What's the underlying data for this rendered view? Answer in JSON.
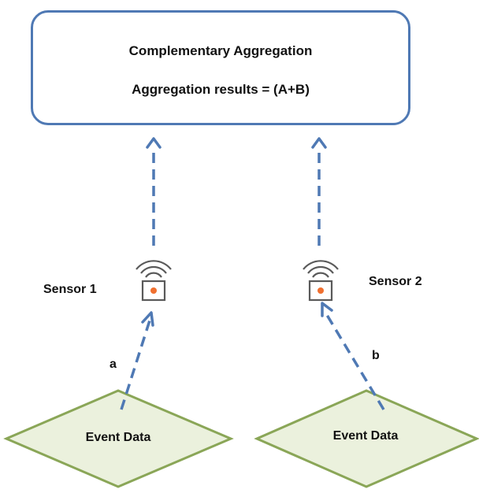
{
  "aggregation": {
    "title": "Complementary Aggregation",
    "formula": "Aggregation results = (A+B)"
  },
  "sensors": [
    {
      "label": "Sensor 1",
      "icon": "wireless-sensor-icon"
    },
    {
      "label": "Sensor 2",
      "icon": "wireless-sensor-icon"
    }
  ],
  "edges": [
    {
      "label": "a"
    },
    {
      "label": "b"
    }
  ],
  "events": [
    {
      "label": "Event Data"
    },
    {
      "label": "Event Data"
    }
  ],
  "colors": {
    "box_border": "#4f79b4",
    "arrow": "#4f79b4",
    "diamond_fill": "#ebf1dd",
    "diamond_border": "#8aa657",
    "sensor_dot": "#f07030",
    "sensor_body": "#5a5a5a"
  }
}
